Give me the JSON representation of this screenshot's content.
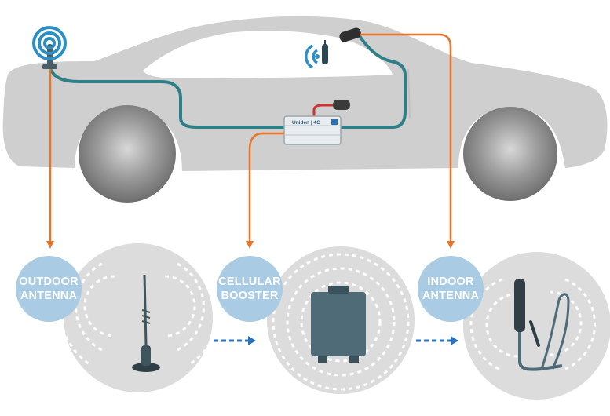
{
  "booster_brand": "Uniden | 4G",
  "stages": [
    {
      "line1": "OUTDOOR",
      "line2": "ANTENNA"
    },
    {
      "line1": "CELLULAR",
      "line2": "BOOSTER"
    },
    {
      "line1": "INDOOR",
      "line2": "ANTENNA"
    }
  ],
  "colors": {
    "car_body": "#cfcfcf",
    "window": "#ffffff",
    "wheel": "#7a7a7a",
    "cable": "#2e7f87",
    "connector": "#e8752a",
    "signal": "#2b8fc4",
    "stage_circle": "#dcdcdc",
    "stage_label": "#a9cbe3",
    "flow_arrow": "#2b72b8"
  }
}
